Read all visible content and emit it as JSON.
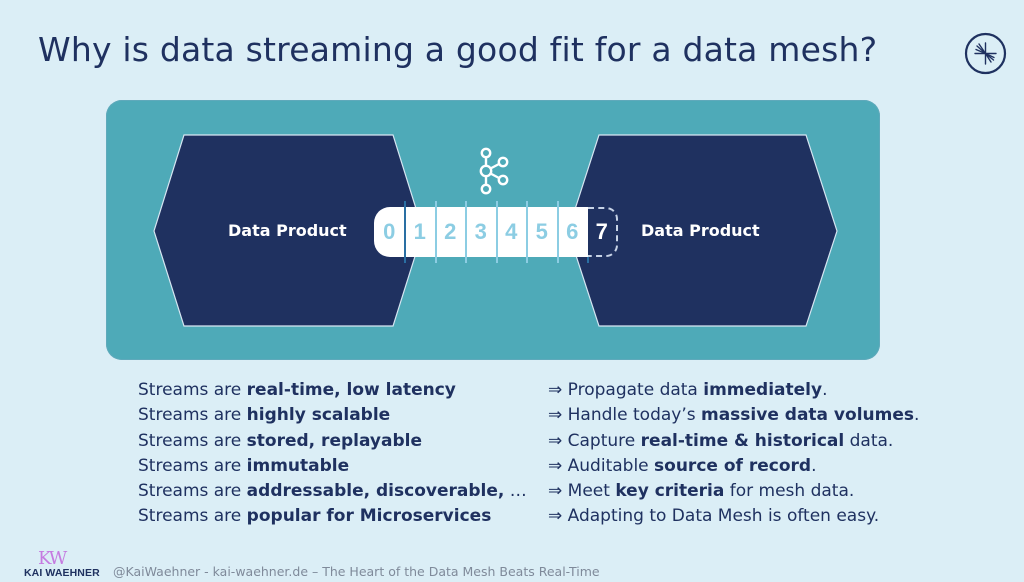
{
  "slide": {
    "title": "Why is data streaming a good fit for a data mesh?",
    "logo_badge_icon": "confluent-starburst-icon"
  },
  "diagram": {
    "colors": {
      "background": "#dbeef6",
      "panel": "#4eaab8",
      "hexagon": "#1f3160",
      "tape": "#ffffff",
      "tape_digits": "#8ccde3",
      "next_digit": "#ffffff"
    },
    "left_product": {
      "label": "Data Product"
    },
    "right_product": {
      "label": "Data Product"
    },
    "stream_icon": "kafka-icon",
    "log_offsets": [
      "0",
      "1",
      "2",
      "3",
      "4",
      "5",
      "6"
    ],
    "next_offset": "7"
  },
  "bullets": {
    "left": [
      {
        "prefix": "Streams are ",
        "bold": "real-time, low latency",
        "suffix": ""
      },
      {
        "prefix": "Streams are ",
        "bold": "highly scalable",
        "suffix": ""
      },
      {
        "prefix": "Streams are ",
        "bold": "stored, replayable",
        "suffix": ""
      },
      {
        "prefix": "Streams are ",
        "bold": "immutable",
        "suffix": ""
      },
      {
        "prefix": "Streams are ",
        "bold": "addressable, discoverable,",
        "suffix": " …"
      },
      {
        "prefix": "Streams are ",
        "bold": "popular for Microservices",
        "suffix": ""
      }
    ],
    "right": [
      {
        "prefix": "⇒ Propagate data ",
        "bold": "immediately",
        "suffix": "."
      },
      {
        "prefix": "⇒ Handle today’s ",
        "bold": "massive data volumes",
        "suffix": "."
      },
      {
        "prefix": "⇒ Capture ",
        "bold": "real-time & historical",
        "suffix": " data."
      },
      {
        "prefix": "⇒ Auditable ",
        "bold": "source of record",
        "suffix": "."
      },
      {
        "prefix": "⇒ Meet ",
        "bold": "key criteria",
        "suffix": " for mesh data."
      },
      {
        "prefix": "⇒ Adapting to Data Mesh is often easy.",
        "bold": "",
        "suffix": ""
      }
    ]
  },
  "footer": {
    "logo_mark": "KW",
    "logo_name": "KAI WAEHNER",
    "text": "@KaiWaehner - kai-waehner.de – The Heart of the Data Mesh Beats Real-Time"
  }
}
